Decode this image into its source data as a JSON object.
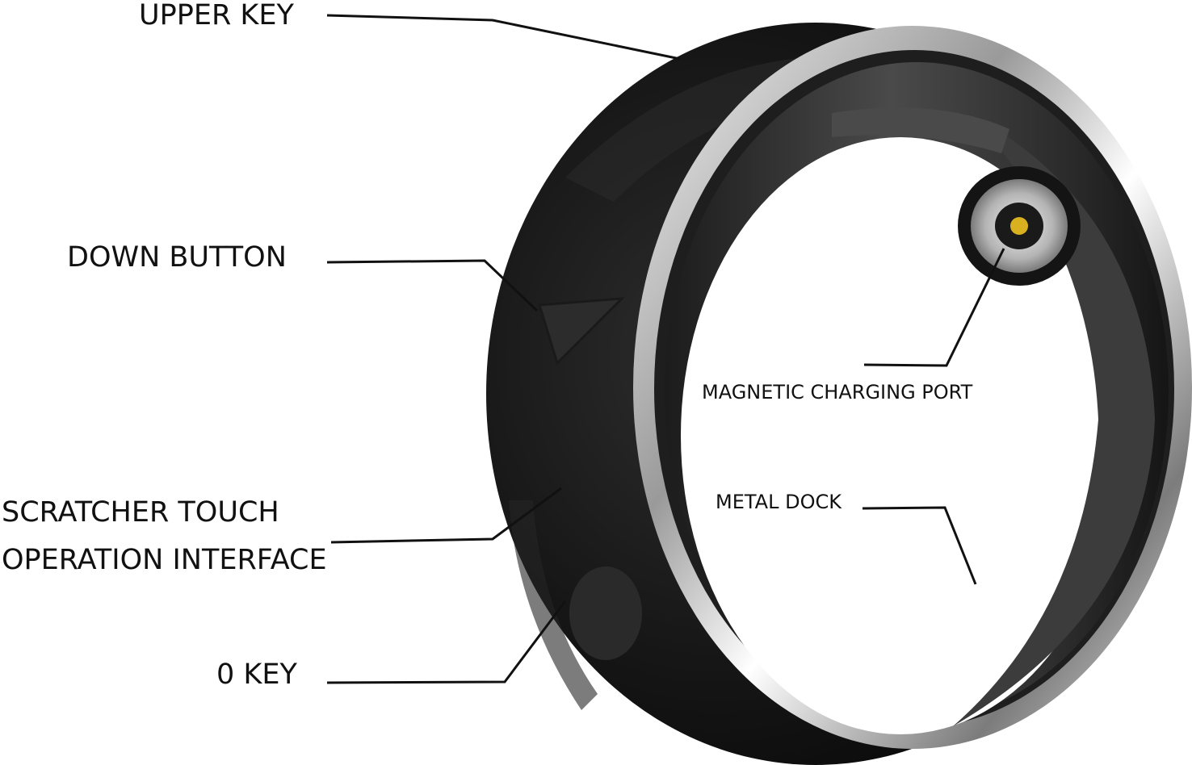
{
  "labels": {
    "upper_key": "UPPER KEY",
    "down_button": "DOWN BUTTON",
    "scratcher_line1": "SCRATCHER TOUCH",
    "scratcher_line2": "OPERATION INTERFACE",
    "zero_key": "0 KEY",
    "magnetic_charging_port": "MAGNETIC CHARGING PORT",
    "metal_dock": "METAL DOCK"
  },
  "colors": {
    "ring_body": "#141414",
    "ring_inner_metal": "#3a3a3a",
    "ring_silver_edge": "#d8d8d8",
    "charging_port_gold": "#d8b020",
    "leader_line": "#111111"
  }
}
